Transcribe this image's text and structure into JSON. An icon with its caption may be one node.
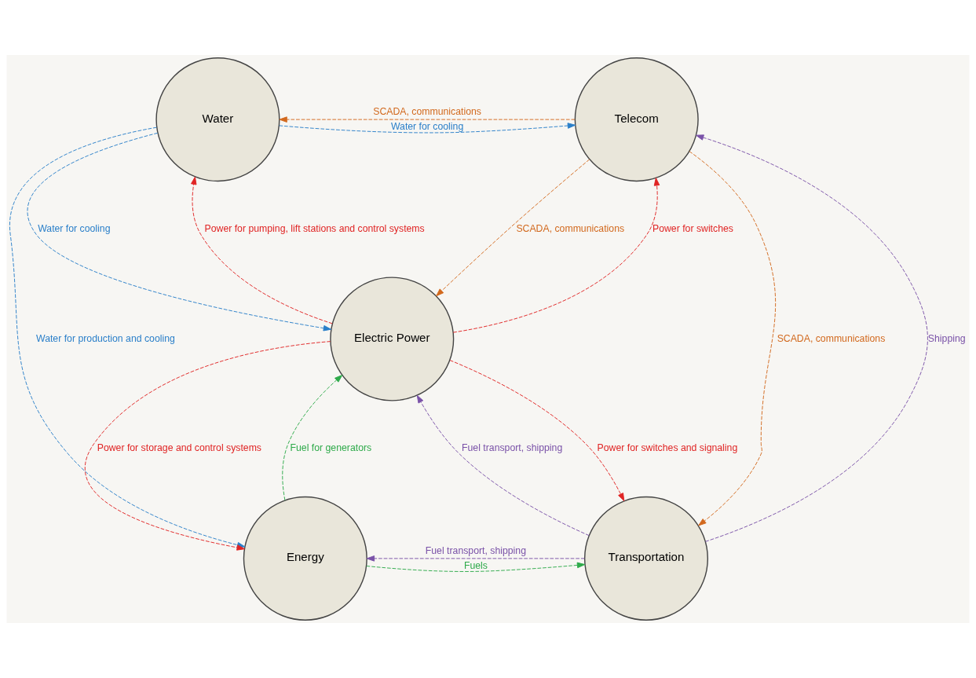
{
  "diagram": {
    "nodes": [
      {
        "text": [
          "Water"
        ]
      },
      {
        "text": [
          "Telecom"
        ]
      },
      {
        "text": [
          "Electric Power"
        ]
      },
      {
        "text": [
          "Energy"
        ]
      },
      {
        "text": [
          "Transportation"
        ]
      }
    ],
    "edges": [
      {
        "from": 0,
        "to": 1,
        "arrow": "to",
        "label": "Water for cooling",
        "style": "dashed",
        "color": "#2a7fc9"
      },
      {
        "from": 1,
        "to": 0,
        "arrow": "to",
        "label": "SCADA, communications",
        "style": "dashed",
        "color": "#d2691e"
      },
      {
        "from": 0,
        "to": 2,
        "arrow": "to",
        "label": "Water for cooling",
        "style": "dashed",
        "color": "#2a7fc9"
      },
      {
        "from": 2,
        "to": 0,
        "arrow": "to",
        "label": "Power for pumping, lift stations and control systems",
        "style": "dashed",
        "color": "#e02424"
      },
      {
        "from": 2,
        "to": 1,
        "arrow": "to",
        "label": "Power for switches",
        "style": "dashed",
        "color": "#e02424"
      },
      {
        "from": 1,
        "to": 2,
        "arrow": "to",
        "label": "SCADA, communications",
        "style": "dashed",
        "color": "#d2691e"
      },
      {
        "from": 0,
        "to": 3,
        "arrow": "to",
        "label": "Water for production and cooling",
        "style": "dashed",
        "color": "#2a7fc9"
      },
      {
        "from": 3,
        "to": 2,
        "arrow": "to",
        "label": "Fuel for generators",
        "style": "dashed",
        "color": "#2eaa4a"
      },
      {
        "from": 2,
        "to": 3,
        "arrow": "to",
        "label": "Power for storage and control systems",
        "style": "dashed",
        "color": "#e02424"
      },
      {
        "from": 2,
        "to": 4,
        "arrow": "to",
        "label": "Power for switches and signaling",
        "style": "dashed",
        "color": "#e02424"
      },
      {
        "from": 4,
        "to": 2,
        "arrow": "to",
        "label": "Fuel transport, shipping",
        "style": "dashed",
        "color": "#7a52a8"
      },
      {
        "from": 1,
        "to": 4,
        "arrow": "to",
        "label": "SCADA, communications",
        "style": "dashed",
        "color": "#d2691e"
      },
      {
        "from": 4,
        "to": 1,
        "arrow": "to",
        "label": "Shipping",
        "style": "dashed",
        "color": "#7a52a8"
      },
      {
        "from": 4,
        "to": 3,
        "arrow": "to",
        "label": "Fuel transport, shipping",
        "style": "dashed",
        "color": "#7a52a8"
      },
      {
        "from": 3,
        "to": 4,
        "arrow": "to",
        "label": "Fuels",
        "style": "dashed",
        "color": "#2eaa4a"
      }
    ]
  }
}
